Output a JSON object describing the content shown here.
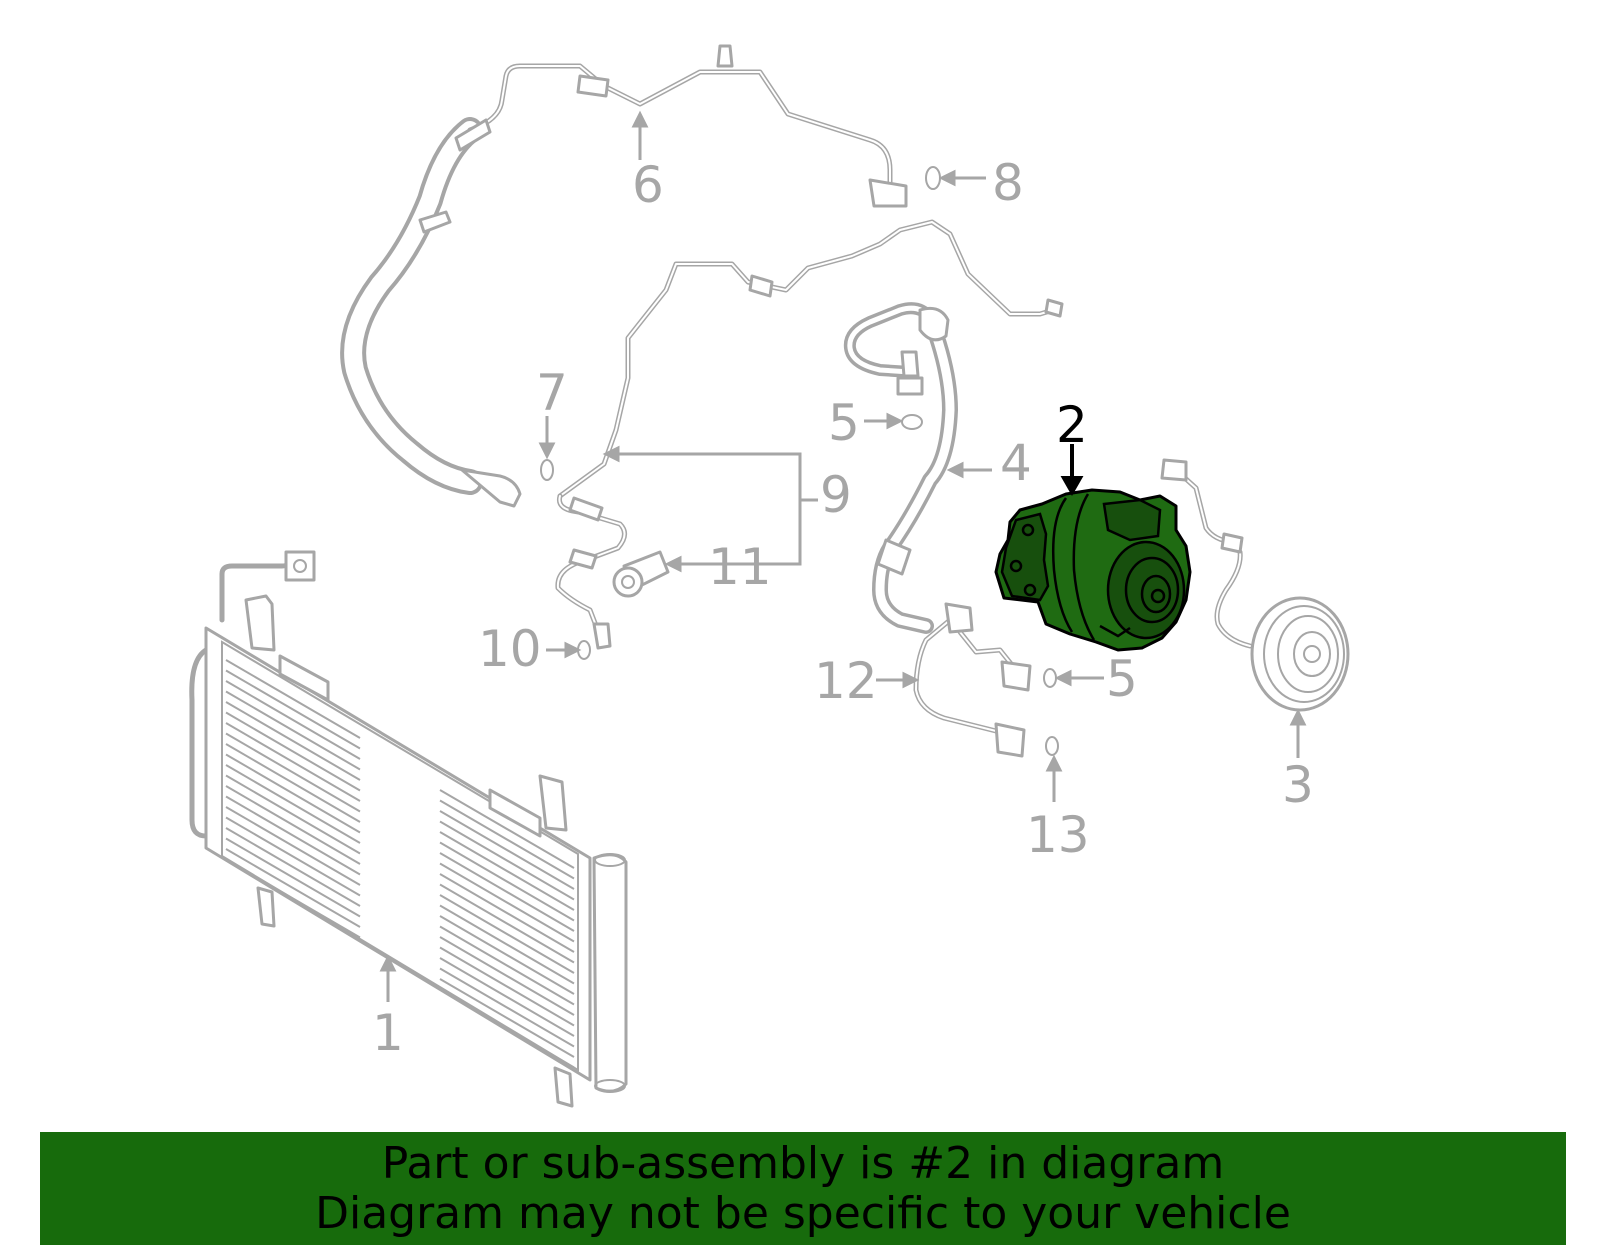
{
  "callouts": {
    "c1": "1",
    "c2": "2",
    "c3": "3",
    "c4": "4",
    "c5a": "5",
    "c5b": "5",
    "c6": "6",
    "c7": "7",
    "c8": "8",
    "c9": "9",
    "c10": "10",
    "c11": "11",
    "c12": "12",
    "c13": "13"
  },
  "highlighted_part": "2",
  "banner": {
    "line1": "Part or sub-assembly is #2 in diagram",
    "line2": "Diagram may not be specific to your vehicle"
  },
  "colors": {
    "highlight_fill": "#1f6b12",
    "banner_bg": "#176b0c",
    "line_gray": "#a6a6a6"
  }
}
